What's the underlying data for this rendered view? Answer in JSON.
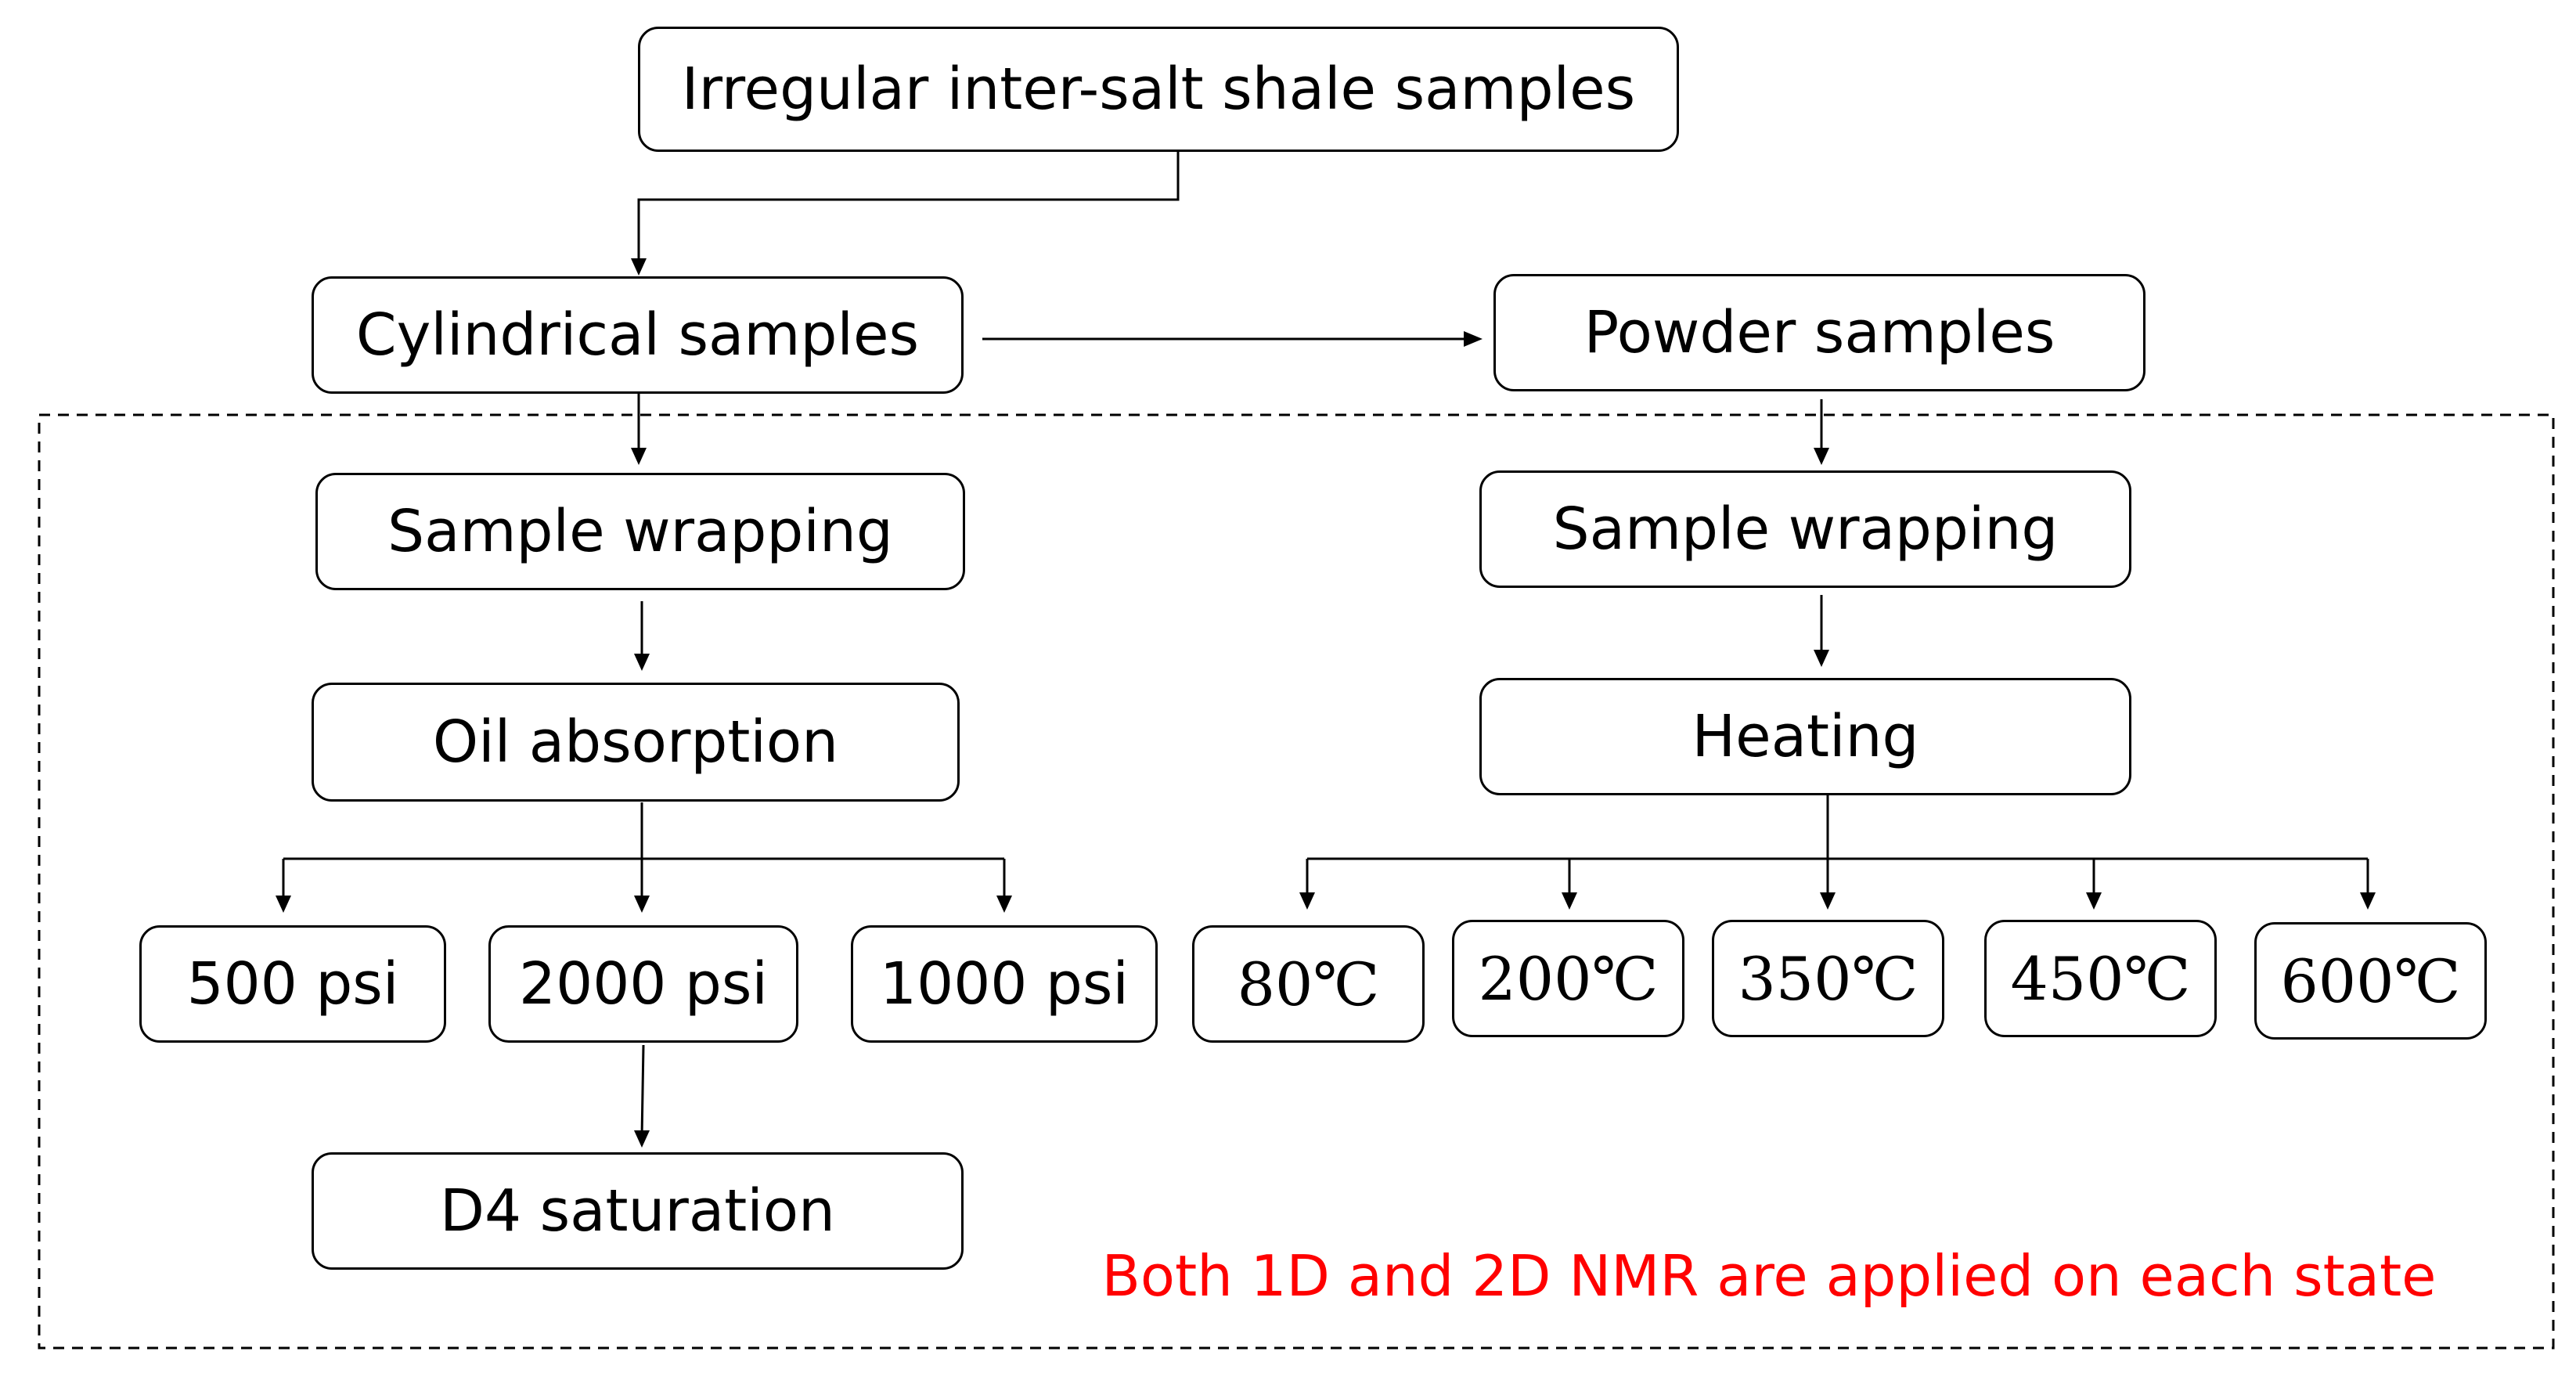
{
  "colors": {
    "line": "#000000",
    "note": "#ff0000"
  },
  "nodes": {
    "irregular": "Irregular inter-salt shale samples",
    "cylindrical": "Cylindrical samples",
    "powder": "Powder samples",
    "wrap_left": "Sample wrapping",
    "wrap_right": "Sample wrapping",
    "oil": "Oil absorption",
    "heating": "Heating",
    "psi_500": "500 psi",
    "psi_2000": "2000 psi",
    "psi_1000": "1000 psi",
    "d4": "D4 saturation",
    "t80": "80℃",
    "t200": "200℃",
    "t350": "350℃",
    "t450": "450℃",
    "t600": "600℃"
  },
  "note": "Both 1D and 2D NMR are applied on each state"
}
